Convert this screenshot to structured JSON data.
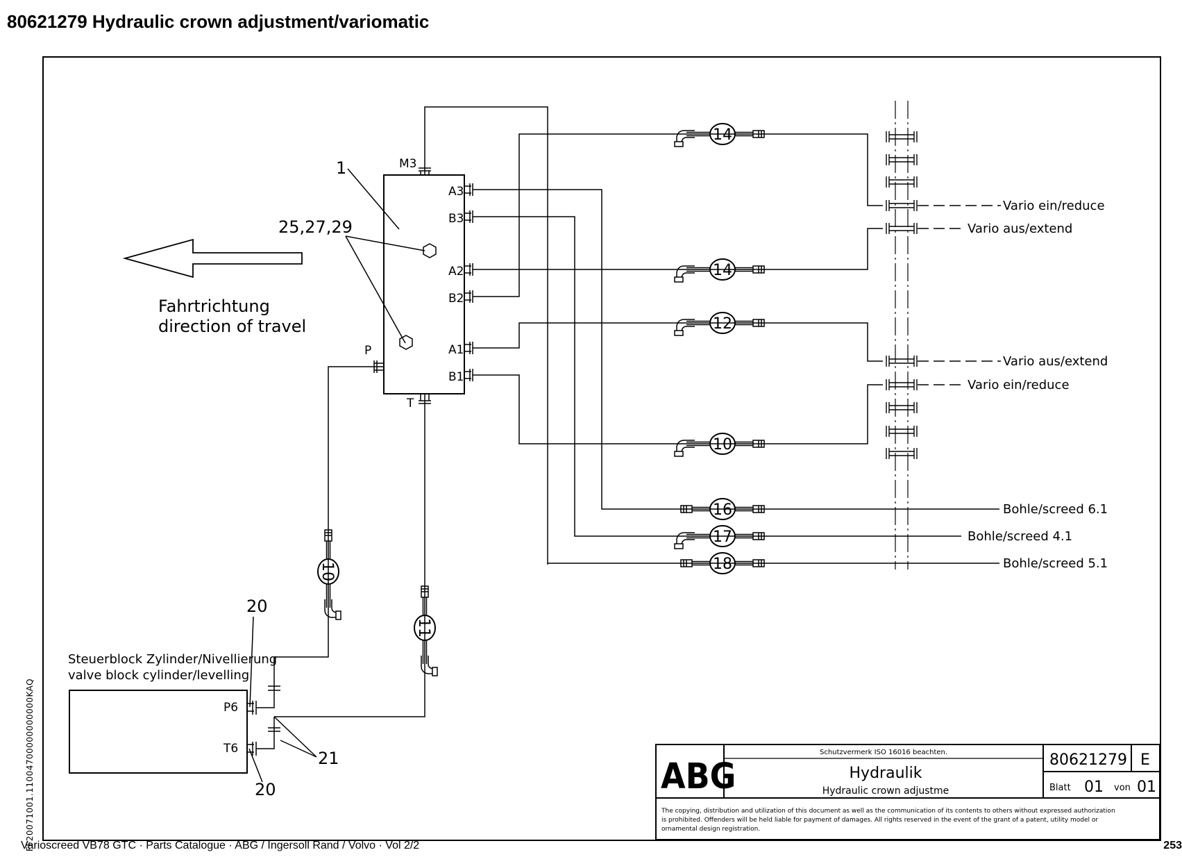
{
  "page_title": "80621279  Hydraulic crown adjustment/variomatic",
  "footer": {
    "left": "Varioscreed VB78 GTC  ·  Parts Catalogue  ·  ABG / Ingersoll Rand / Volvo  ·  Vol 2/2",
    "page_number": "253"
  },
  "side_code": "FF20071001.11004700000000000KAQ",
  "diagram": {
    "item_1": "1",
    "item_plugs": "25,27,29",
    "travel_de": "Fahrtrichtung",
    "travel_en": "direction of travel",
    "ports": {
      "m3": "M3",
      "a3": "A3",
      "b3": "B3",
      "a2": "A2",
      "b2": "B2",
      "a1": "A1",
      "b1": "B1",
      "p": "P",
      "t": "T",
      "p6": "P6",
      "t6": "T6"
    },
    "hoses": {
      "h14a": "14",
      "h14b": "14",
      "h12": "12",
      "h10a": "10",
      "h16": "16",
      "h17": "17",
      "h18": "18",
      "h10b": "10",
      "h11": "11"
    },
    "labels": {
      "vario_ein_1": "Vario ein/reduce",
      "vario_aus_1": "Vario aus/extend",
      "vario_aus_2": "Vario aus/extend",
      "vario_ein_2": "Vario ein/reduce",
      "screed_61": "Bohle/screed 6.1",
      "screed_41": "Bohle/screed 4.1",
      "screed_51": "Bohle/screed 5.1"
    },
    "item_20_top": "20",
    "item_20_bottom": "20",
    "item_21": "21",
    "valve_block_de": "Steuerblock Zylinder/Nivellierung",
    "valve_block_en": "valve block cylinder/levelling"
  },
  "title_block": {
    "logo": "ABG",
    "protection_note": "Schutzvermerk ISO 16016 beachten.",
    "drawing_number": "80621279",
    "revision": "E",
    "title_de": "Hydraulik",
    "title_en": "Hydraulic crown adjustme",
    "sheet_label": "Blatt",
    "sheet": "01",
    "of_label": "von",
    "total_sheets": "01",
    "copyright_line1": "The copying, distribution and utilization of this document as well as the communication of its contents to others without expressed authorization",
    "copyright_line2": "is prohibited. Offenders will be held liable for payment of damages. All rights reserved in the event of the grant of a patent, utility model or",
    "copyright_line3": "ornamental design registration."
  }
}
